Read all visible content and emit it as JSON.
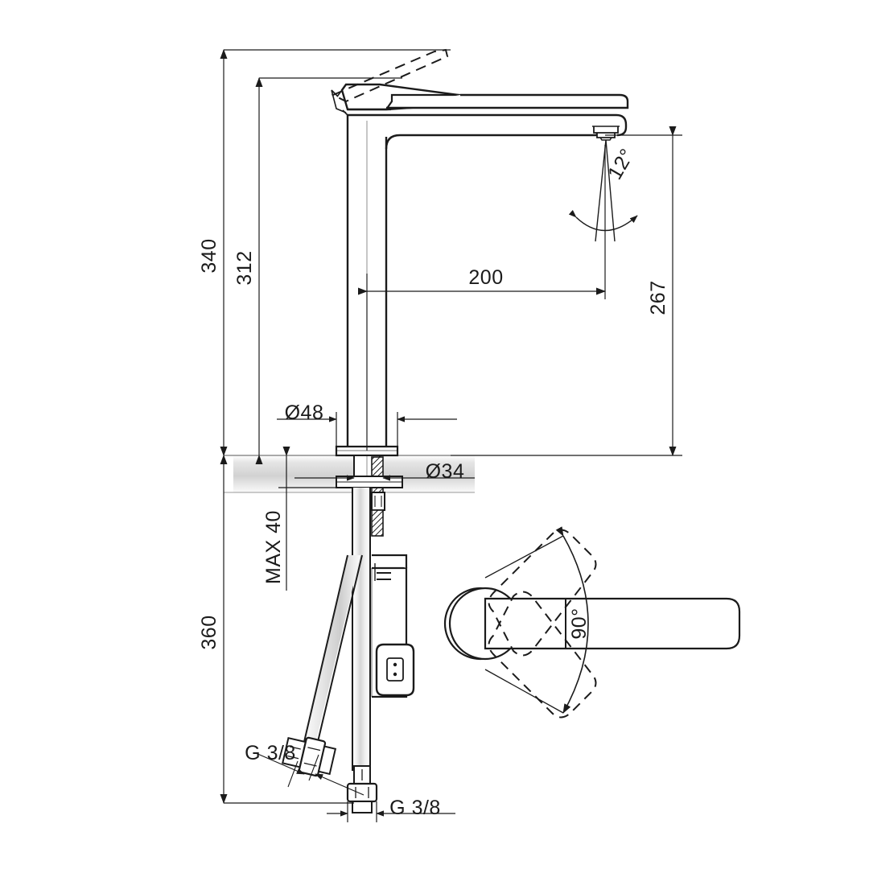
{
  "drawing": {
    "type": "technical-dimension-drawing",
    "subject": "single-lever tall basin mixer tap",
    "units": "mm",
    "views": [
      "front elevation",
      "top plan view"
    ],
    "line_color": "#1b1b1b",
    "background": "#ffffff"
  },
  "dimensions": {
    "overall_height_handle_raised": "340",
    "overall_height_handle_closed": "312",
    "spout_reach": "200",
    "spout_outlet_height": "267",
    "below_counter_length": "360",
    "escutcheon_diameter": "Ø48",
    "shank_diameter": "Ø34",
    "max_counter_thickness": "MAX 40",
    "spray_angle": "12°",
    "handle_swivel_angle": "90°",
    "inlet_thread_left": "G 3/8",
    "inlet_thread_bottom": "G 3/8"
  },
  "labels": [
    {
      "id": "h340",
      "text": "340",
      "orientation": "vertical"
    },
    {
      "id": "h312",
      "text": "312",
      "orientation": "vertical"
    },
    {
      "id": "reach",
      "text": "200",
      "orientation": "horizontal"
    },
    {
      "id": "h267",
      "text": "267",
      "orientation": "vertical"
    },
    {
      "id": "h360",
      "text": "360",
      "orientation": "vertical"
    },
    {
      "id": "d48",
      "text": "Ø48",
      "orientation": "horizontal"
    },
    {
      "id": "d34",
      "text": "Ø34",
      "orientation": "horizontal"
    },
    {
      "id": "max40",
      "text": "MAX 40",
      "orientation": "vertical"
    },
    {
      "id": "ang12",
      "text": "12°",
      "orientation": "rotated"
    },
    {
      "id": "ang90",
      "text": "90°",
      "orientation": "rotated"
    },
    {
      "id": "g38a",
      "text": "G 3/8",
      "orientation": "horizontal"
    },
    {
      "id": "g38b",
      "text": "G 3/8",
      "orientation": "horizontal"
    }
  ]
}
